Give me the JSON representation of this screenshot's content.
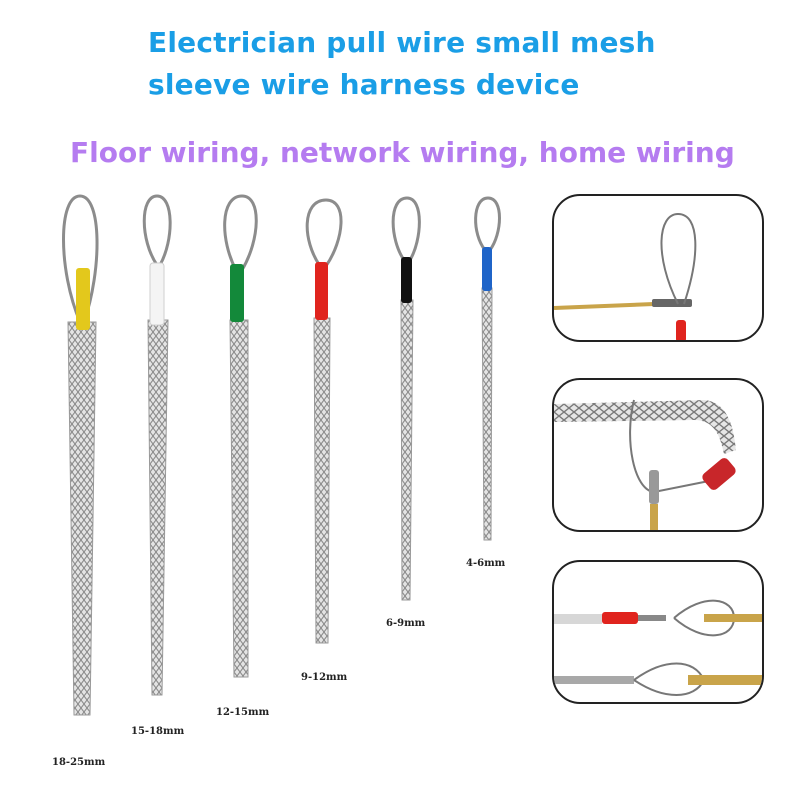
{
  "header": {
    "title_line1": "Electrician pull wire small mesh",
    "title_line2": "sleeve wire harness device",
    "subtitle": "Floor wiring, network wiring, home wiring",
    "title_color": "#1a9ee6",
    "subtitle_color": "#b57cf0"
  },
  "grips": [
    {
      "size": "18-25mm",
      "sleeve_color": "#e3c81c"
    },
    {
      "size": "15-18mm",
      "sleeve_color": "#f2f2f2"
    },
    {
      "size": "12-15mm",
      "sleeve_color": "#13893a"
    },
    {
      "size": "9-12mm",
      "sleeve_color": "#e0241e"
    },
    {
      "size": "6-9mm",
      "sleeve_color": "#111111"
    },
    {
      "size": "4-6mm",
      "sleeve_color": "#1f64c8"
    }
  ],
  "panels": [
    {
      "name": "loop-connection-detail"
    },
    {
      "name": "mesh-hook-detail"
    },
    {
      "name": "connector-comparison-detail"
    }
  ]
}
